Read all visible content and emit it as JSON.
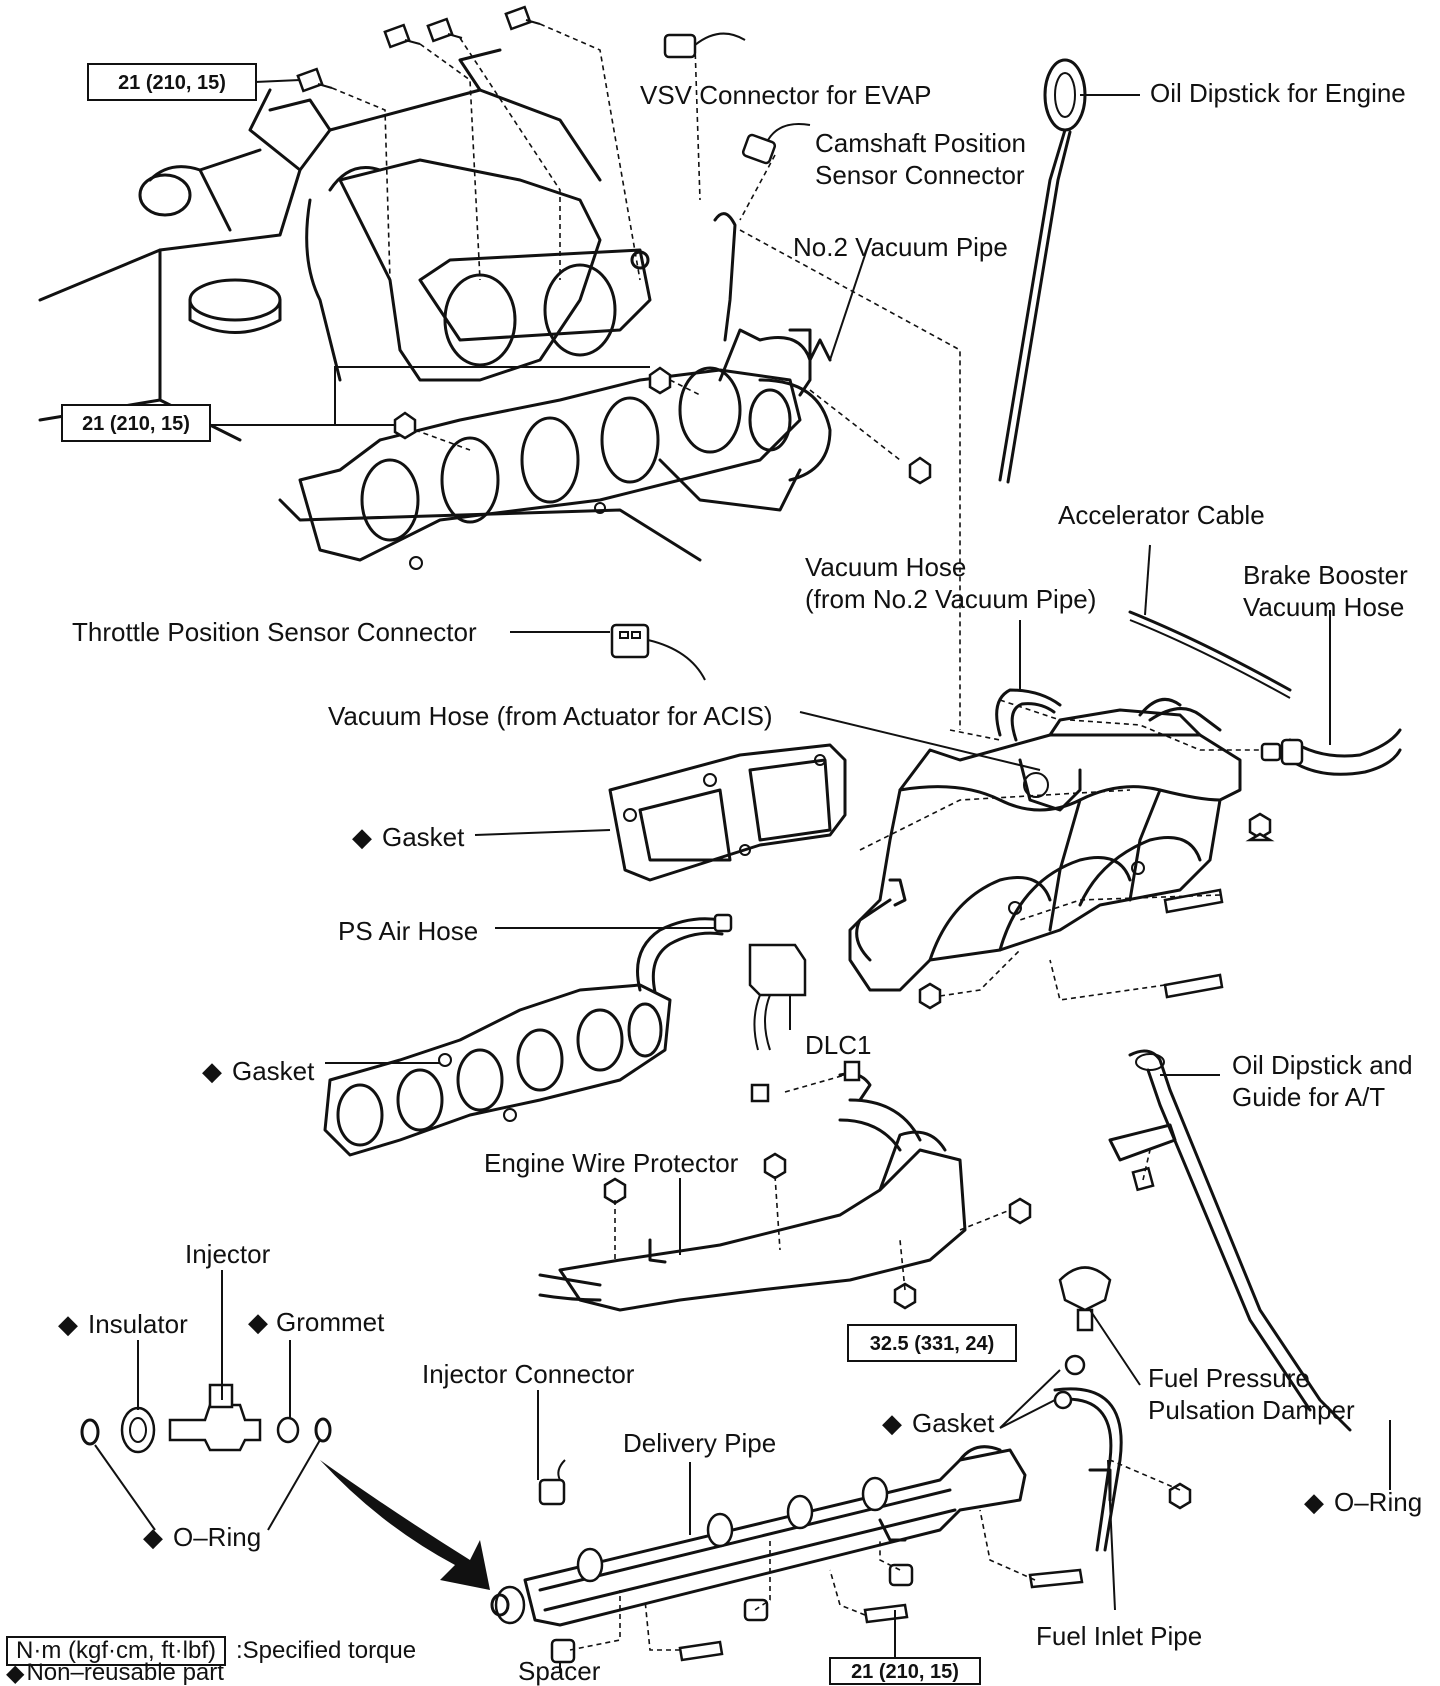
{
  "labels": {
    "vsv_connector": "VSV Connector for EVAP",
    "oil_dipstick_engine": "Oil Dipstick for Engine",
    "camshaft_sensor_1": "Camshaft Position",
    "camshaft_sensor_2": "Sensor Connector",
    "no2_vacuum_pipe": "No.2 Vacuum Pipe",
    "accelerator_cable": "Accelerator Cable",
    "vacuum_hose_no2_1": "Vacuum Hose",
    "vacuum_hose_no2_2": "(from No.2 Vacuum Pipe)",
    "brake_booster_1": "Brake Booster",
    "brake_booster_2": "Vacuum Hose",
    "throttle_sensor": "Throttle Position Sensor Connector",
    "vacuum_hose_acis": "Vacuum Hose (from Actuator for ACIS)",
    "gasket_upper": "Gasket",
    "ps_air_hose": "PS Air Hose",
    "dlc1": "DLC1",
    "gasket_middle": "Gasket",
    "oil_dipstick_at_1": "Oil Dipstick and",
    "oil_dipstick_at_2": "Guide for A/T",
    "engine_wire_protector": "Engine Wire Protector",
    "injector": "Injector",
    "insulator": "Insulator",
    "grommet": "Grommet",
    "injector_connector": "Injector Connector",
    "fuel_damper_1": "Fuel Pressure",
    "fuel_damper_2": "Pulsation Damper",
    "gasket_lower": "Gasket",
    "delivery_pipe": "Delivery Pipe",
    "o_ring_left": "O–Ring",
    "o_ring_right": "O–Ring",
    "fuel_inlet_pipe": "Fuel Inlet Pipe",
    "spacer": "Spacer"
  },
  "torques": {
    "top_left": "21 (210, 15)",
    "mid_left": "21 (210, 15)",
    "wire_protector": "32.5 (331, 24)",
    "bottom": "21 (210, 15)"
  },
  "legend": {
    "torque_box": "N·m (kgf·cm, ft·lbf)",
    "torque_desc": ":Specified torque",
    "nonreusable": "Non–reusable part"
  },
  "symbols": {
    "nonreusable_marker": "◆"
  }
}
